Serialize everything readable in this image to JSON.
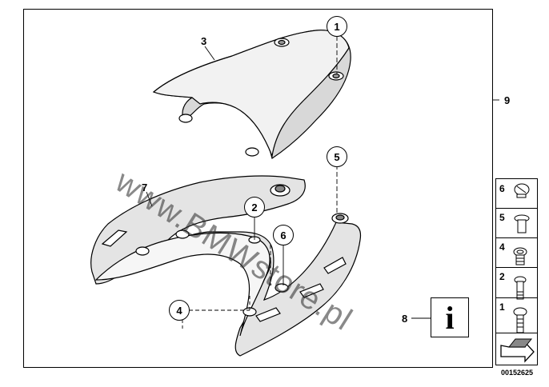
{
  "diagram": {
    "part_labels": {
      "p1": "1",
      "p2": "2",
      "p3": "3",
      "p4": "4",
      "p5": "5",
      "p6": "6",
      "p7": "7",
      "p8": "8",
      "p9": "9"
    },
    "info_symbol": "i",
    "watermark": "www.BMWstore.pl",
    "document_number": "00152625"
  },
  "legend": {
    "items": [
      {
        "number": "6",
        "icon": "slotted-screw-icon"
      },
      {
        "number": "5",
        "icon": "flat-head-bolt-icon"
      },
      {
        "number": "4",
        "icon": "washer-screw-icon"
      },
      {
        "number": "2",
        "icon": "threaded-pin-icon"
      },
      {
        "number": "1",
        "icon": "hex-screw-icon"
      }
    ],
    "footer_icon": "arrow-sheet-icon"
  },
  "colors": {
    "line": "#000000",
    "fill": "#ffffff",
    "shade": "#c8c8c8"
  }
}
